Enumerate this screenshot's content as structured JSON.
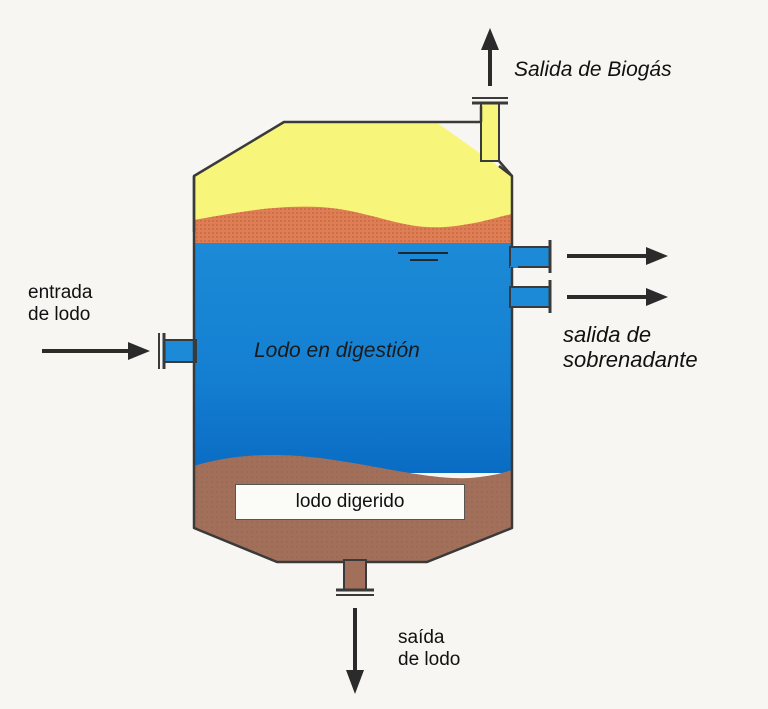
{
  "labels": {
    "biogas_outlet": "Salida de Biogás",
    "supernatant_outlet": [
      "salida de",
      "sobrenadante"
    ],
    "sludge_inlet": [
      "entrada",
      "de lodo"
    ],
    "sludge_in_digestion": "Lodo en digestión",
    "digested_sludge": "lodo digerido",
    "sludge_outlet": [
      "saída",
      "de lodo"
    ]
  },
  "colors": {
    "gas": "#f8f67a",
    "scum": "#df7e54",
    "liquid_top": "#1c8ad6",
    "liquid_bottom": "#0d73c8",
    "digested": "#a2705a",
    "outline": "#3a3a3a",
    "arrow": "#2b2b2b"
  }
}
